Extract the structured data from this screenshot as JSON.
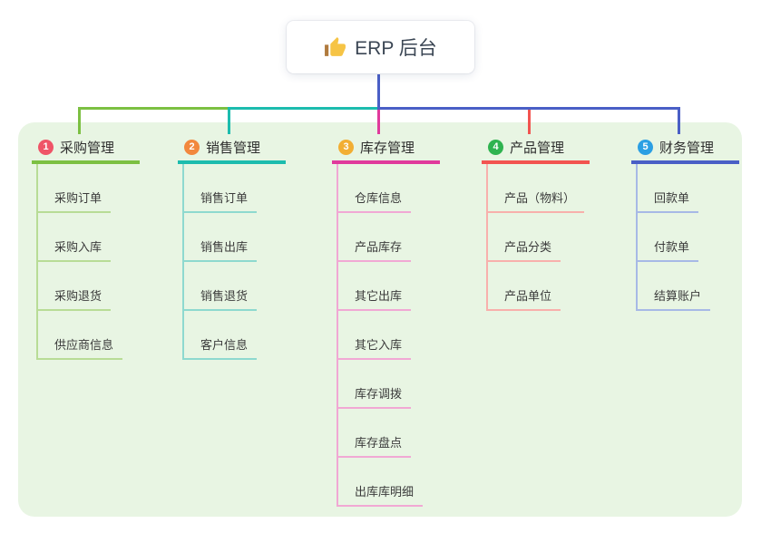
{
  "root": {
    "label": "ERP 后台",
    "icon": "thumbs-up-icon",
    "connector_color": "#4a5fc6"
  },
  "panel_color": "#e8f5e3",
  "branches": [
    {
      "badge": "1",
      "badge_color": "#ef5467",
      "label": "采购管理",
      "color": "#7cc042",
      "light_color": "#b8dc96",
      "children": [
        "采购订单",
        "采购入库",
        "采购退货",
        "供应商信息"
      ]
    },
    {
      "badge": "2",
      "badge_color": "#f2883d",
      "label": "销售管理",
      "color": "#1cbcae",
      "light_color": "#8ed9cf",
      "children": [
        "销售订单",
        "销售出库",
        "销售退货",
        "客户信息"
      ]
    },
    {
      "badge": "3",
      "badge_color": "#f2ae33",
      "label": "库存管理",
      "color": "#e03a9c",
      "light_color": "#f1a8d4",
      "children": [
        "仓库信息",
        "产品库存",
        "其它出库",
        "其它入库",
        "库存调拨",
        "库存盘点",
        "出库库明细"
      ]
    },
    {
      "badge": "4",
      "badge_color": "#2fb350",
      "label": "产品管理",
      "color": "#f25450",
      "light_color": "#f8b0ac",
      "children": [
        "产品（物料）",
        "产品分类",
        "产品单位"
      ]
    },
    {
      "badge": "5",
      "badge_color": "#2b9fe3",
      "label": "财务管理",
      "color": "#4a5fc6",
      "light_color": "#a7b9e6",
      "children": [
        "回款单",
        "付款单",
        "结算账户"
      ]
    }
  ]
}
